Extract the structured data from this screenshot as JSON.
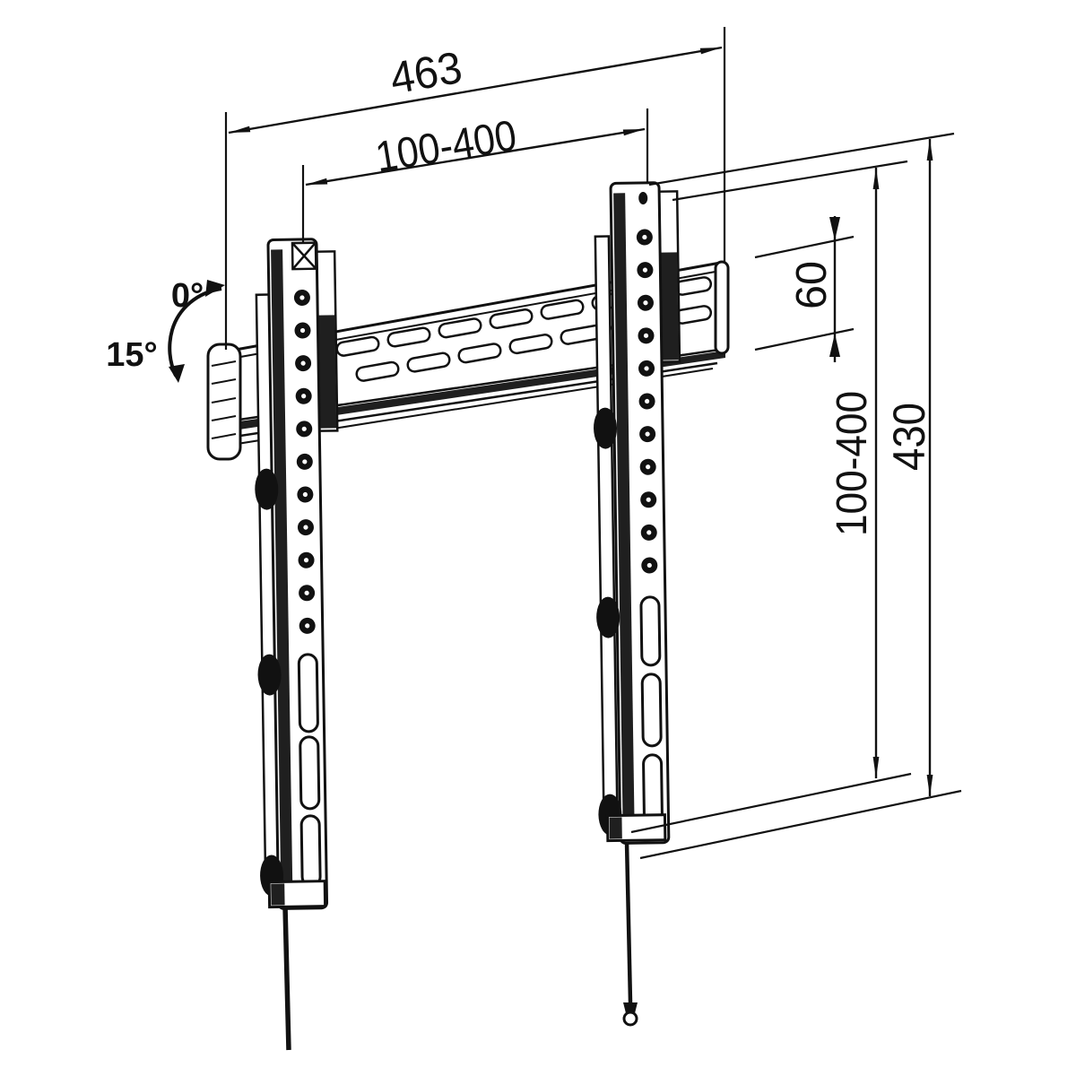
{
  "drawing": {
    "labels": {
      "width_overall": "463",
      "width_vesa": "100-400",
      "plate_height": "60",
      "height_vesa": "100-400",
      "height_overall": "430",
      "tilt_min": "0°",
      "tilt_max": "15°"
    },
    "colors": {
      "line": "#111111",
      "background": "#ffffff"
    }
  }
}
